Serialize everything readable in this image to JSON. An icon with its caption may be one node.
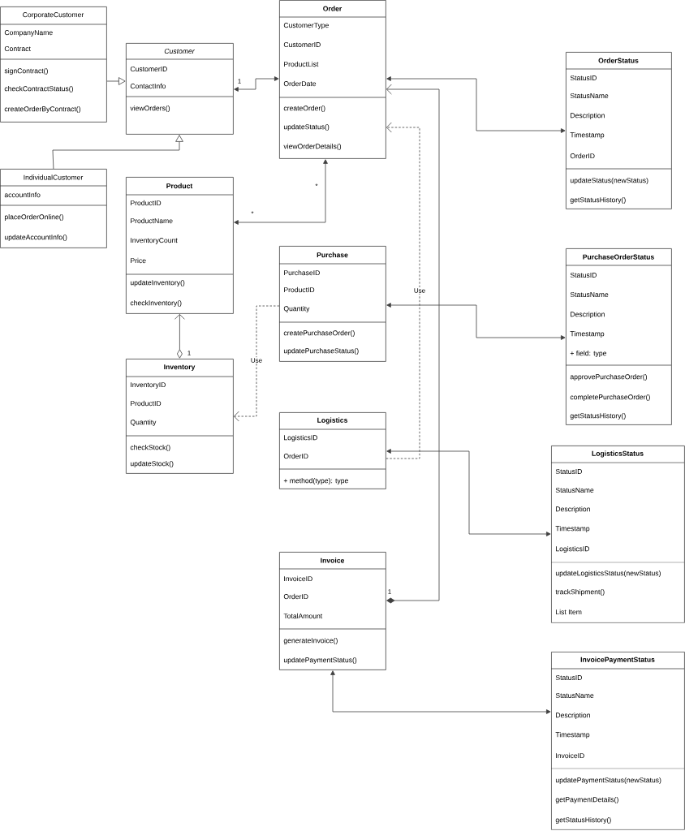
{
  "diagram": {
    "nodes": [
      {
        "text": [
          "CorporateCustomer",
          "CompanyName",
          "Contract",
          "signContract()",
          "checkContractStatus()",
          "createOrderByContract()"
        ]
      },
      {
        "text": [
          "Customer",
          "CustomerID",
          "ContactInfo",
          "viewOrders()"
        ]
      },
      {
        "text": [
          "Order",
          "CustomerType",
          "CustomerID",
          "ProductList",
          "OrderDate",
          "createOrder()",
          "updateStatus()",
          "viewOrderDetails()"
        ]
      },
      {
        "text": [
          "OrderStatus",
          "StatusID",
          "StatusName",
          "Description",
          "Timestamp",
          "OrderID",
          "updateStatus(newStatus)",
          "getStatusHistory()"
        ]
      },
      {
        "text": [
          "IndividualCustomer",
          "accountInfo",
          "placeOrderOnline()",
          "updateAccountInfo()"
        ]
      },
      {
        "text": [
          "Product",
          "ProductID",
          "ProductName",
          "InventoryCount",
          "Price",
          "updateInventory()",
          "checkInventory()"
        ]
      },
      {
        "text": [
          "Purchase",
          "PurchaseID",
          "ProductID",
          "Quantity",
          "createPurchaseOrder()",
          "updatePurchaseStatus()"
        ]
      },
      {
        "text": [
          "PurchaseOrderStatus",
          "StatusID",
          "StatusName",
          "Description",
          "Timestamp",
          "+ field: type",
          "approvePurchaseOrder()",
          "completePurchaseOrder()",
          "getStatusHistory()"
        ]
      },
      {
        "text": [
          "Inventory",
          "InventoryID",
          "ProductID",
          "Quantity",
          "checkStock()",
          "updateStock()"
        ]
      },
      {
        "text": [
          "Logistics",
          "LogisticsID",
          "OrderID",
          "+ method(type): type"
        ]
      },
      {
        "text": [
          "LogisticsStatus",
          "StatusID",
          "StatusName",
          "Description",
          "Timestamp",
          "LogisticsID",
          "updateLogisticsStatus(newStatus)",
          "trackShipment()",
          "List Item"
        ]
      },
      {
        "text": [
          "Invoice",
          "InvoiceID",
          "OrderID",
          "TotalAmount",
          "generateInvoice()",
          "updatePaymentStatus()"
        ]
      },
      {
        "text": [
          "InvoicePaymentStatus",
          "StatusID",
          "StatusName",
          "Description",
          "Timestamp",
          "InvoiceID",
          "updatePaymentStatus(newStatus)",
          "getPaymentDetails()",
          "getStatusHistory()"
        ]
      }
    ],
    "edges": [
      {
        "from": 0,
        "to": 1,
        "arrow": "to"
      },
      {
        "from": 4,
        "to": 1,
        "arrow": "to"
      },
      {
        "from": 1,
        "to": 2,
        "arrow": "both",
        "label": "1"
      },
      {
        "from": 2,
        "to": 3,
        "arrow": "both"
      },
      {
        "from": 5,
        "to": 2,
        "arrow": "both",
        "label": "*"
      },
      {
        "from": 8,
        "to": 5,
        "arrow": "to",
        "label": "1"
      },
      {
        "from": 6,
        "to": 8,
        "arrow": "to",
        "label": "Use",
        "style": "dashed"
      },
      {
        "from": 6,
        "to": 7,
        "arrow": "both"
      },
      {
        "from": 9,
        "to": 2,
        "arrow": "to",
        "label": "Use",
        "style": "dashed"
      },
      {
        "from": 9,
        "to": 10,
        "arrow": "both"
      },
      {
        "from": 11,
        "to": 2,
        "arrow": "to",
        "label": "1"
      },
      {
        "from": 11,
        "to": 12,
        "arrow": "both"
      }
    ],
    "labels": [
      "*"
    ]
  }
}
